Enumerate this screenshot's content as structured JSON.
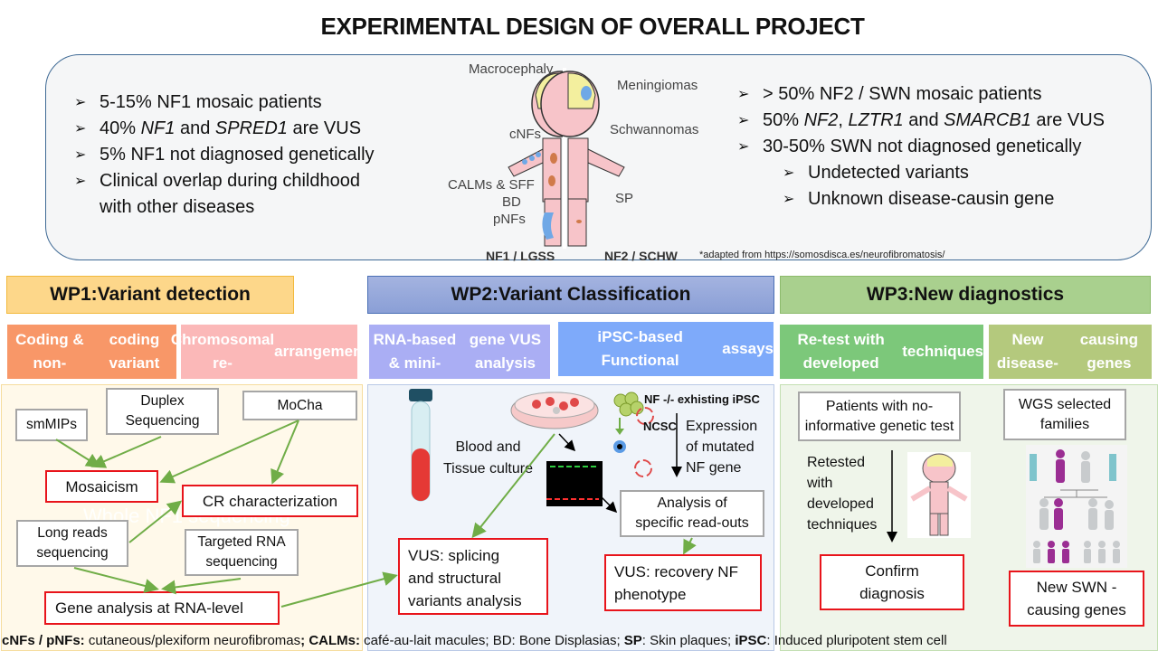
{
  "title": "EXPERIMENTAL DESIGN OF OVERALL PROJECT",
  "summary": {
    "left_bullets": [
      {
        "parts": [
          {
            "t": "5-15% NF1 mosaic patients",
            "i": false
          }
        ]
      },
      {
        "parts": [
          {
            "t": "40% ",
            "i": false
          },
          {
            "t": "NF1",
            "i": true
          },
          {
            "t": " and ",
            "i": false
          },
          {
            "t": "SPRED1",
            "i": true
          },
          {
            "t": " are VUS",
            "i": false
          }
        ]
      },
      {
        "parts": [
          {
            "t": "5% NF1 not diagnosed genetically",
            "i": false
          }
        ]
      },
      {
        "parts": [
          {
            "t": "Clinical overlap during childhood",
            "i": false
          }
        ]
      }
    ],
    "left_continuation": "with other diseases",
    "right_bullets": [
      {
        "parts": [
          {
            "t": "> 50% NF2 / SWN mosaic patients",
            "i": false
          }
        ]
      },
      {
        "parts": [
          {
            "t": "50% ",
            "i": false
          },
          {
            "t": "NF2",
            "i": true
          },
          {
            "t": ", ",
            "i": false
          },
          {
            "t": "LZTR1",
            "i": true
          },
          {
            "t": " and ",
            "i": false
          },
          {
            "t": "SMARCB1",
            "i": true
          },
          {
            "t": " are VUS",
            "i": false
          }
        ]
      },
      {
        "parts": [
          {
            "t": "30-50% SWN not diagnosed genetically",
            "i": false
          }
        ]
      }
    ],
    "right_sub_bullets": [
      "Undetected variants",
      "Unknown disease-causin gene"
    ],
    "figure": {
      "left_labels": [
        "Macrocephaly",
        "cNFs",
        "CALMs & SFF",
        "BD",
        "pNFs"
      ],
      "right_labels": [
        "Meningiomas",
        "Schwannomas",
        "SP"
      ],
      "left_caption": "NF1 / LGSS",
      "right_caption": "NF2 / SCHW"
    },
    "credit": "*adapted from https://somosdisca.es/neurofibromatosis/"
  },
  "work_packages": [
    {
      "title": "WP1:Variant detection",
      "color": "#fdd78a",
      "subs": [
        {
          "label": "Coding & non-coding variant",
          "lines": [
            "Coding & non-",
            "coding variant"
          ],
          "color": "#f89768"
        },
        {
          "label": "Chromosomal re-arrangement",
          "lines": [
            "Chromosomal re-",
            "arrangement"
          ],
          "color": "#fbb8b8"
        }
      ]
    },
    {
      "title": "WP2:Variant Classification",
      "color": "#8ea3d8",
      "subs": [
        {
          "label": "RNA-based & mini-gene VUS analysis",
          "lines": [
            "RNA-based & mini-",
            "gene VUS analysis"
          ],
          "color": "#aaaef4"
        },
        {
          "label": "iPSC-based Functional assays",
          "lines": [
            "iPSC-based Functional",
            "assays"
          ],
          "color": "#7eaafa"
        }
      ]
    },
    {
      "title": "WP3:New diagnostics",
      "color": "#a9d08e",
      "subs": [
        {
          "label": "Re-test with developed techniques",
          "lines": [
            "Re-test with developed",
            "techniques"
          ],
          "color": "#7cc87a"
        },
        {
          "label": "New disease-causing genes",
          "lines": [
            "New disease-",
            "causing genes"
          ],
          "color": "#b4c97d"
        }
      ]
    }
  ],
  "wp1": {
    "watermark": "Whole NF1 sequencing",
    "methods": {
      "smmips": "smMIPs",
      "duplex": [
        "Duplex",
        "Sequencing"
      ],
      "mocha": "MoCha",
      "long_reads": [
        "Long reads",
        "sequencing"
      ],
      "targeted_rna": [
        "Targeted RNA",
        "sequencing"
      ]
    },
    "outcomes": {
      "mosaicism": "Mosaicism",
      "cr": "CR characterization",
      "gene_rna": "Gene  analysis at RNA-level"
    }
  },
  "wp2": {
    "blood_tissue": [
      "Blood and",
      "Tissue culture"
    ],
    "ipsc_label": "NF -/- exhisting iPSC",
    "ncsc_label": "NCSC",
    "expression": [
      "Expression",
      "of mutated",
      "NF gene"
    ],
    "readouts": [
      "Analysis of",
      "specific read-outs"
    ],
    "vus_splicing": [
      "VUS: splicing",
      "and structural",
      "variants analysis"
    ],
    "vus_recovery": [
      "VUS: recovery  NF",
      "phenotype"
    ]
  },
  "wp3": {
    "patients": [
      "Patients with no-",
      "informative genetic test"
    ],
    "retested": [
      "Retested",
      "with",
      "developed",
      "techniques"
    ],
    "confirm": [
      "Confirm",
      "diagnosis"
    ],
    "wgs": [
      "WGS selected",
      "families"
    ],
    "new_swn": [
      "New SWN -",
      "causing genes"
    ]
  },
  "footer": [
    {
      "t": "cNFs / pNFs:",
      "b": true
    },
    {
      "t": " cutaneous/plexiform neurofibromas",
      "b": false
    },
    {
      "t": "; CALMs:",
      "b": true
    },
    {
      "t": " café-au-lait macules; BD: Bone Displasias; ",
      "b": false
    },
    {
      "t": "SP",
      "b": true
    },
    {
      "t": ": Skin plaques; ",
      "b": false
    },
    {
      "t": "iPSC",
      "b": true
    },
    {
      "t": ": Induced pluripotent stem cell",
      "b": false
    }
  ],
  "colors": {
    "arrow_green": "#70ad47",
    "outcome_red": "#e8141b",
    "method_gray": "#a6a6a6",
    "panel_wp1": "#fff9ea",
    "panel_wp2": "#f0f4fa",
    "panel_wp3": "#eff5ea"
  }
}
